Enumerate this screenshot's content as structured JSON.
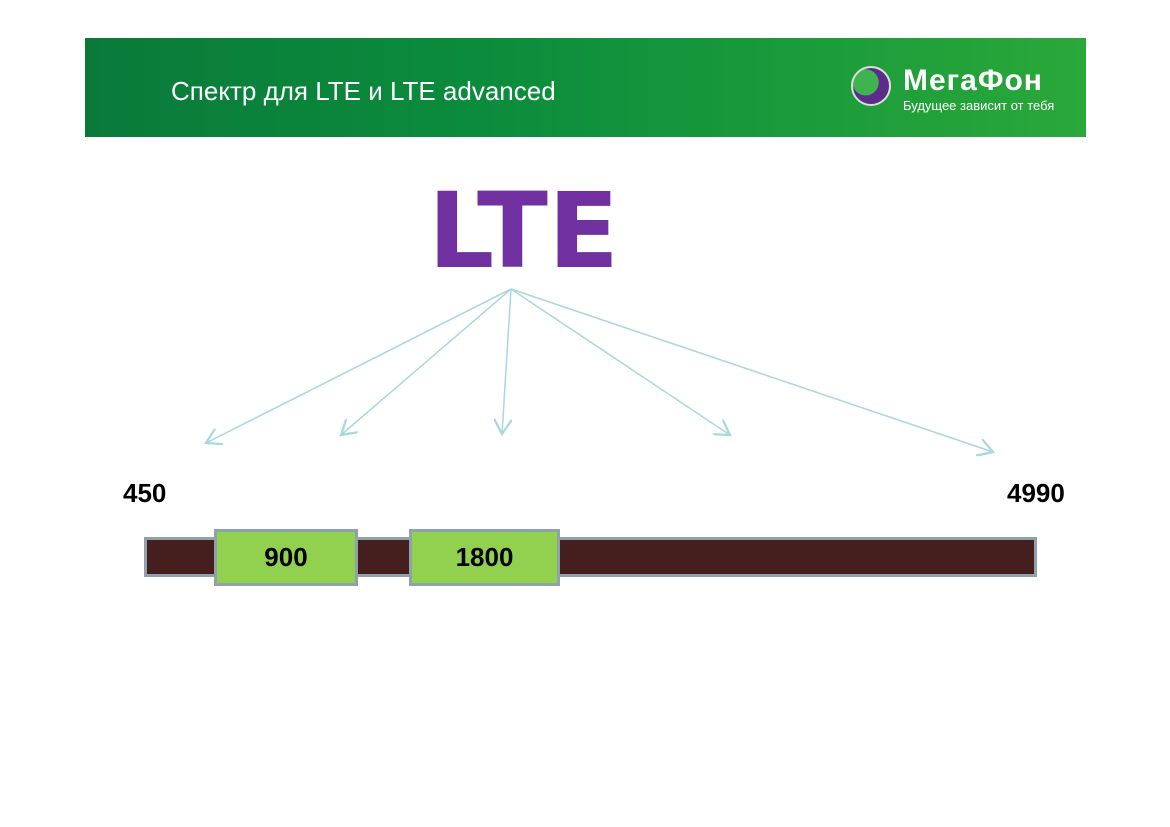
{
  "header": {
    "title": "Спектр для LTE и LTE advanced",
    "brand": "МегаФон",
    "slogan": "Будущее зависит от тебя"
  },
  "diagram": {
    "heading": "LTE",
    "range_start": "450",
    "range_end": "4990",
    "bands": [
      "900",
      "1800"
    ],
    "colors": {
      "bar": "#451f1e",
      "band": "#92d050",
      "heading": "#7030a0",
      "arrow": "#a8d8dc"
    }
  }
}
